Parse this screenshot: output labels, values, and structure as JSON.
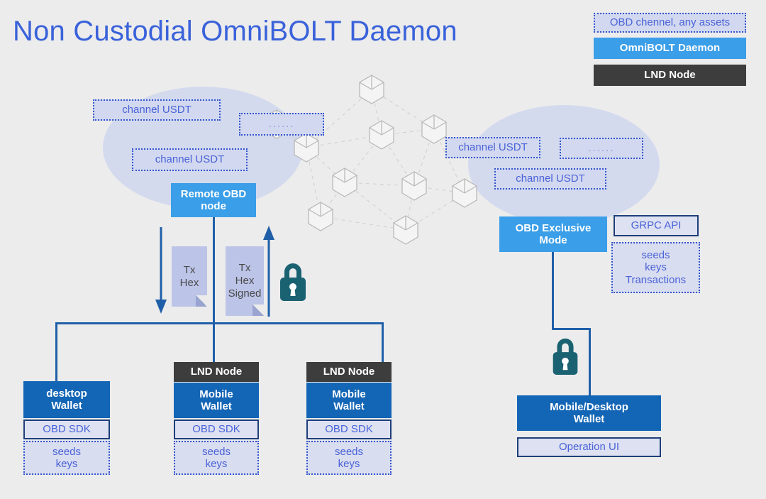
{
  "title": "Non Custodial OmniBOLT Daemon",
  "colors": {
    "background": "#ececec",
    "title": "#3a62da",
    "cluster_ellipse": "#ccd4ef",
    "light_blue": "#3b9ee8",
    "dark_blue": "#1365b5",
    "dark_grey": "#3d3d3d",
    "chip_fill": "#d2d8f0",
    "chip_border": "#3355cc",
    "chip_text": "#4a63d8",
    "connector": "#1f5fa8",
    "lock": "#1a6272",
    "document": "#bcc4e8"
  },
  "legend": {
    "items": [
      {
        "label": "OBD chennel, any assets",
        "style": "dotted"
      },
      {
        "label": "OmniBOLT Daemon",
        "style": "light-blue"
      },
      {
        "label": "LND Node",
        "style": "dark-grey"
      }
    ]
  },
  "left_cluster": {
    "channels": [
      {
        "label": "channel USDT"
      },
      {
        "label": "......"
      },
      {
        "label": "channel USDT"
      }
    ],
    "node": {
      "line1": "Remote OBD",
      "line2": "node"
    }
  },
  "right_cluster": {
    "channels": [
      {
        "label": "channel USDT"
      },
      {
        "label": "......"
      },
      {
        "label": "channel USDT"
      }
    ],
    "node": {
      "line1": "OBD Exclusive",
      "line2": "Mode"
    },
    "api": {
      "label": "GRPC API"
    },
    "secrets": {
      "line1": "seeds",
      "line2": "keys",
      "line3": "Transactions"
    }
  },
  "documents": [
    {
      "line1": "Tx",
      "line2": "Hex",
      "line3": ""
    },
    {
      "line1": "Tx",
      "line2": "Hex",
      "line3": "Signed"
    }
  ],
  "wallets": [
    {
      "lnd": null,
      "wallet_line1": "desktop",
      "wallet_line2": "Wallet",
      "sdk": "OBD SDK",
      "secret_line1": "seeds",
      "secret_line2": "keys"
    },
    {
      "lnd": "LND Node",
      "wallet_line1": "Mobile",
      "wallet_line2": "Wallet",
      "sdk": "OBD SDK",
      "secret_line1": "seeds",
      "secret_line2": "keys"
    },
    {
      "lnd": "LND Node",
      "wallet_line1": "Mobile",
      "wallet_line2": "Wallet",
      "sdk": "OBD SDK",
      "secret_line1": "seeds",
      "secret_line2": "keys"
    }
  ],
  "right_wallet": {
    "wallet_line1": "Mobile/Desktop",
    "wallet_line2": "Wallet",
    "operation_ui": "Operation UI"
  },
  "icons": {
    "lock_left": "lock-icon",
    "lock_right": "lock-icon",
    "arrow_down": "arrow-down-icon",
    "arrow_up": "arrow-up-icon"
  }
}
